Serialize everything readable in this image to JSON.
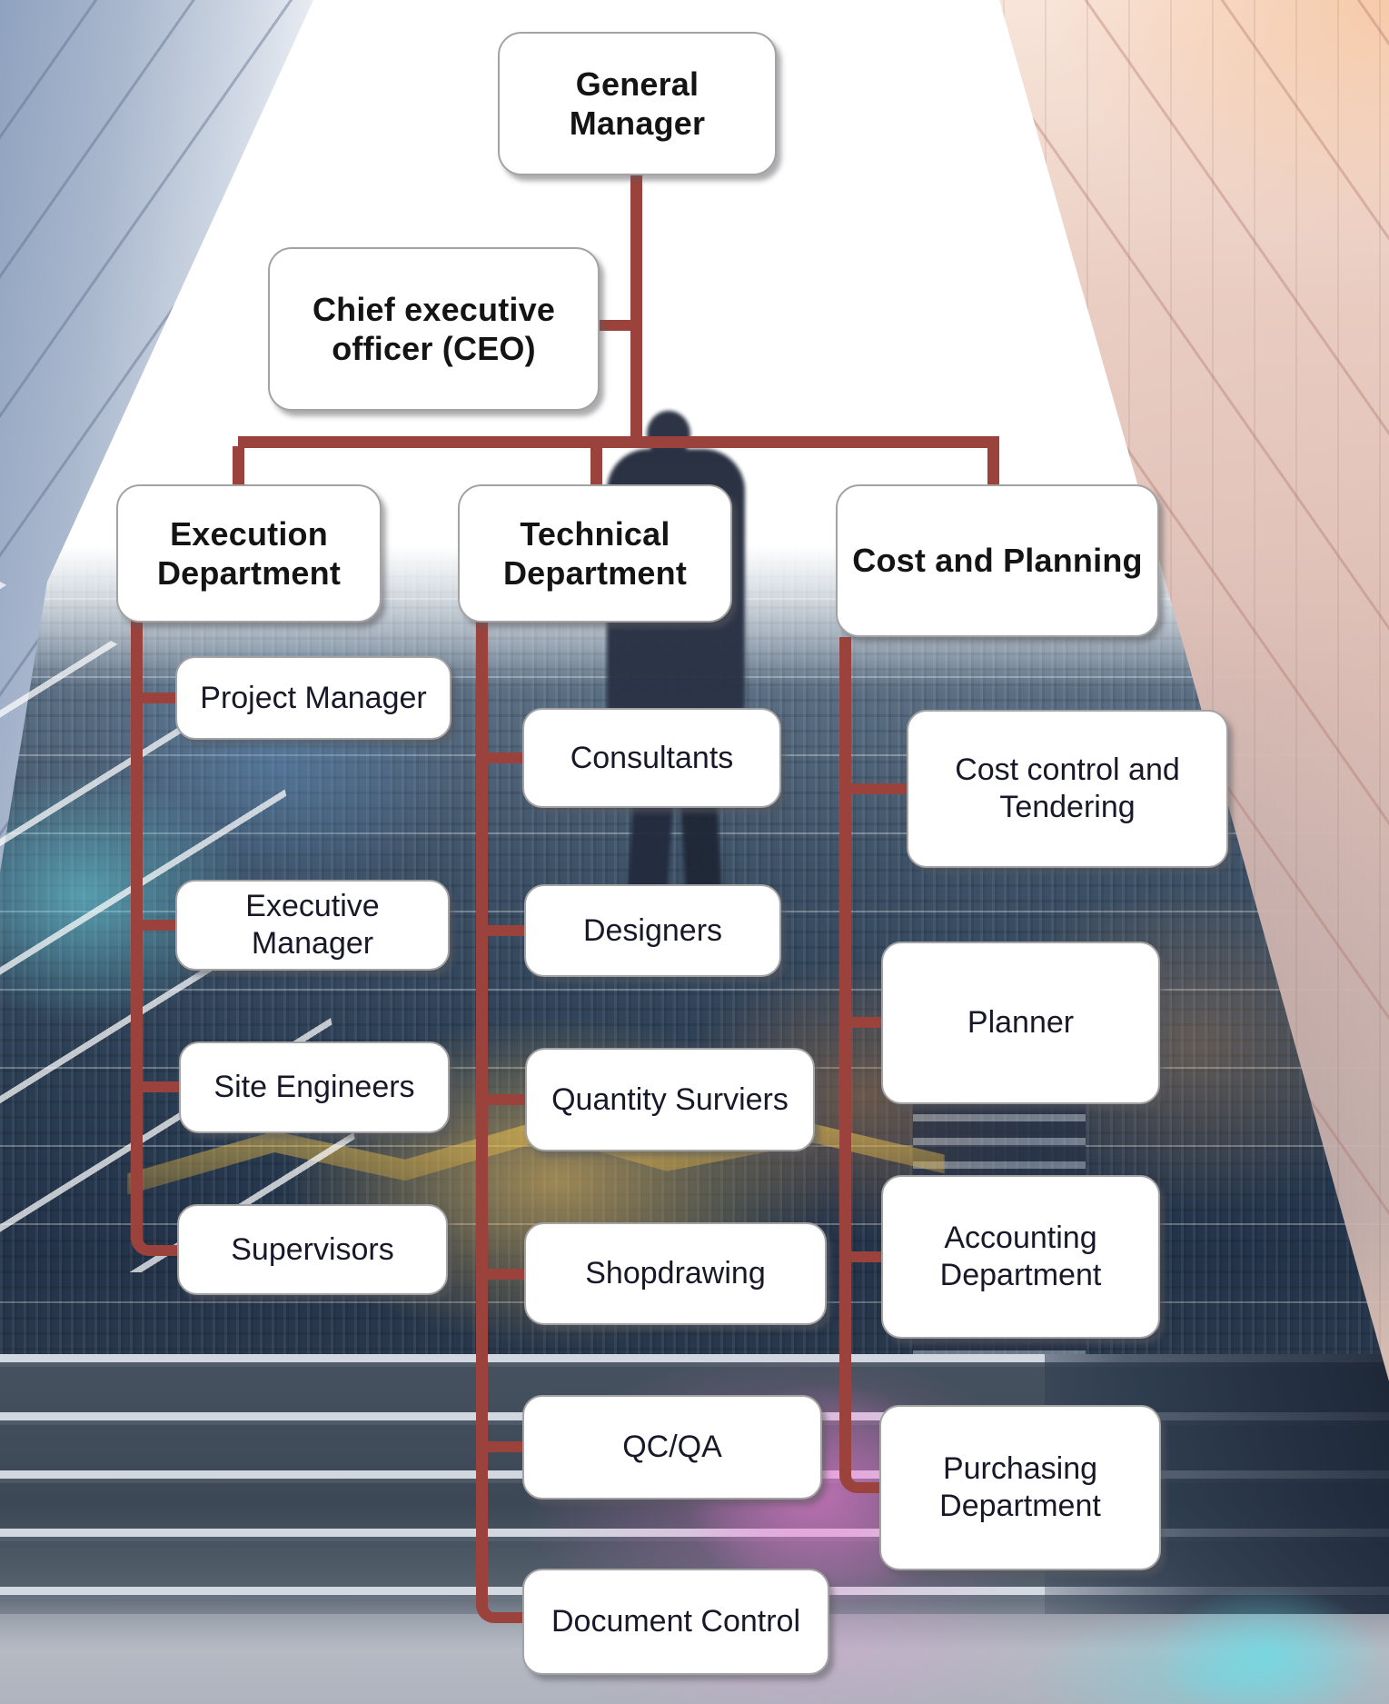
{
  "org": {
    "general_manager": "General Manager",
    "ceo": "Chief executive officer (CEO)",
    "departments": [
      {
        "label": "Execution Department",
        "children": [
          "Project Manager",
          "Executive Manager",
          "Site Engineers",
          "Supervisors"
        ]
      },
      {
        "label": "Technical Department",
        "children": [
          "Consultants",
          "Designers",
          "Quantity Surviers",
          "Shopdrawing",
          "QC/QA",
          "Document Control"
        ]
      },
      {
        "label": "Cost and Planning",
        "children": [
          "Cost control and Tendering",
          "Planner",
          "Accounting Department",
          "Purchasing Department"
        ]
      }
    ]
  },
  "colors": {
    "connector": "#9c423c",
    "box_fill": "#ffffff",
    "box_border": "#a3a3a3",
    "header_text": "#141414",
    "item_text": "#181829"
  }
}
